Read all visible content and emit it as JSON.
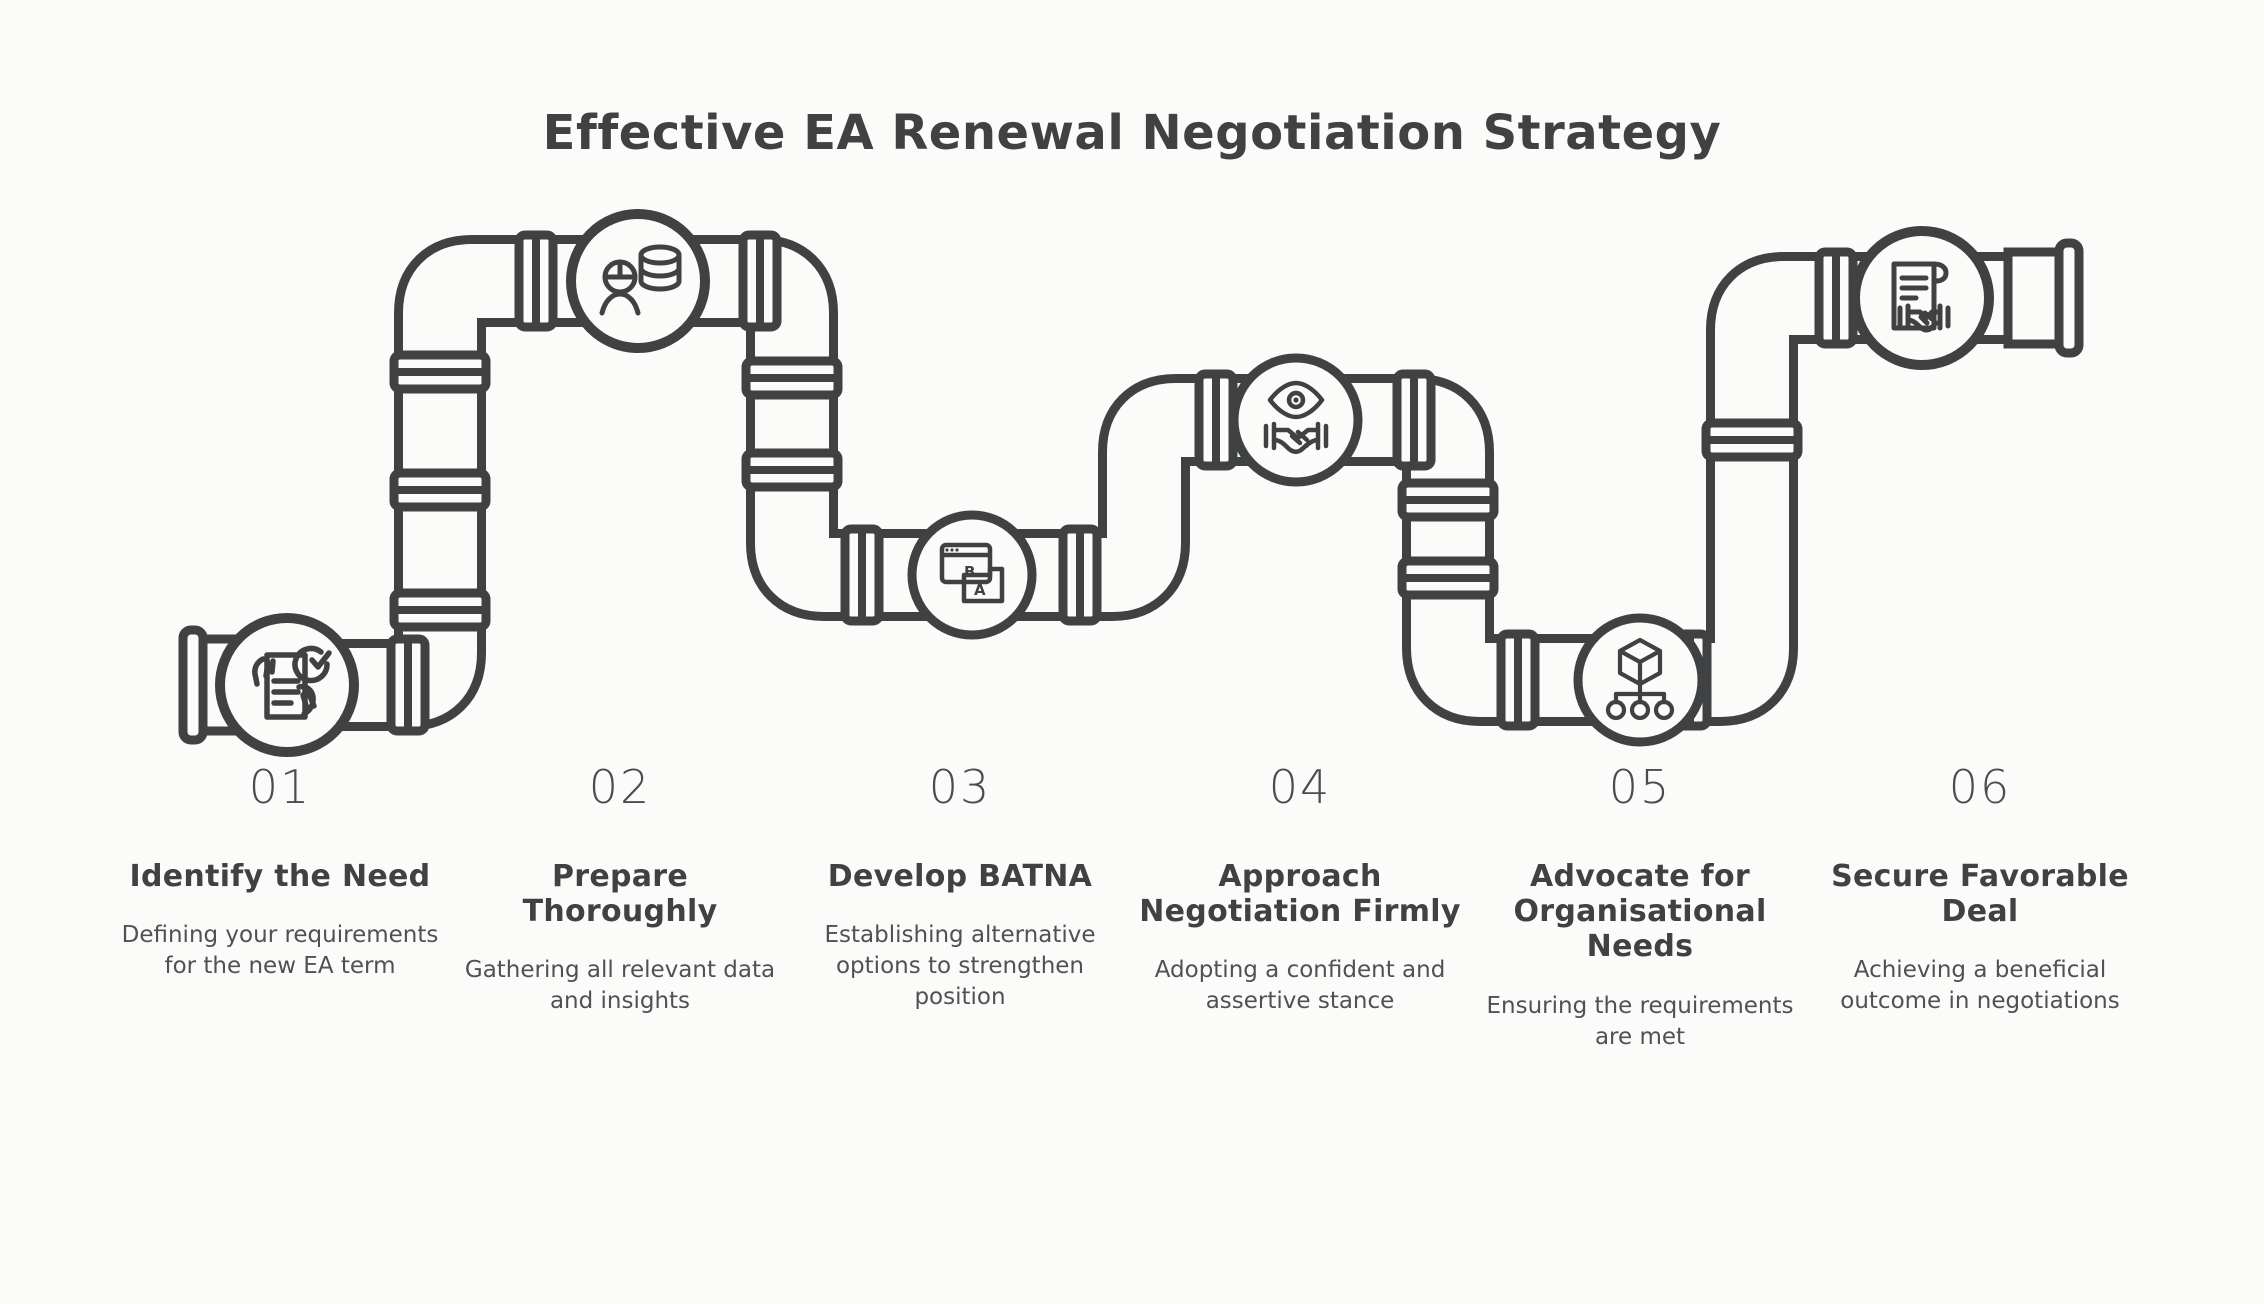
{
  "meta": {
    "background_color": "#fbfbfa",
    "ink_color": "#3f4142",
    "accent_color": "#4a4c4d"
  },
  "header": {
    "title": "Effective EA Renewal Negotiation Strategy"
  },
  "diagram": {
    "type": "pipeline-process-flow",
    "orientation": "horizontal-zigzag",
    "node_count": 6,
    "end_caps": [
      "left-flange",
      "right-flange"
    ],
    "pipe_stroke": "#3f4142"
  },
  "steps": [
    {
      "number": "01",
      "title": "Identify the Need",
      "desc": "Defining your requirements for the new EA term",
      "icon": "document-check-hands-icon"
    },
    {
      "number": "02",
      "title": "Prepare Thoroughly",
      "desc": "Gathering all relevant data and insights",
      "icon": "person-database-icon"
    },
    {
      "number": "03",
      "title": "Develop BATNA",
      "desc": "Establishing alternative options to strengthen position",
      "icon": "ab-test-windows-icon"
    },
    {
      "number": "04",
      "title": "Approach Negotiation Firmly",
      "desc": "Adopting a confident and assertive stance",
      "icon": "eye-handshake-icon"
    },
    {
      "number": "05",
      "title": "Advocate for Organisational Needs",
      "desc": "Ensuring the requirements are met",
      "icon": "cube-hierarchy-icon"
    },
    {
      "number": "06",
      "title": "Secure Favorable Deal",
      "desc": "Achieving a beneficial outcome in negotiations",
      "icon": "contract-handshake-icon"
    }
  ]
}
